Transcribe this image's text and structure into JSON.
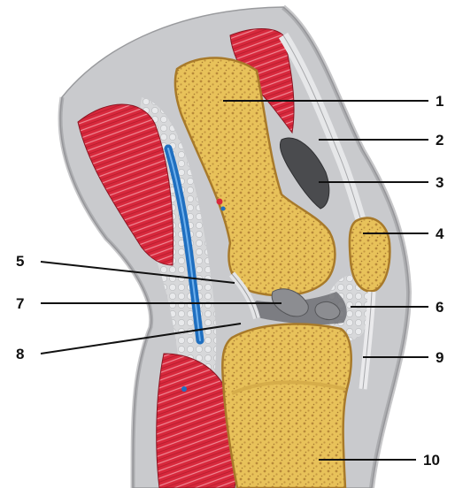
{
  "figure": {
    "structure_icon": "knee-joint-sagittal-section",
    "colors": {
      "bone": "#e8c25a",
      "bone_pore": "#b8893a",
      "muscle": "#d8283c",
      "tissue": "#c9cacd",
      "artery": "#1f6fc0",
      "leader_line": "#111111"
    },
    "callouts": [
      {
        "label": "1"
      },
      {
        "label": "2"
      },
      {
        "label": "3"
      },
      {
        "label": "4"
      },
      {
        "label": "5"
      },
      {
        "label": "6"
      },
      {
        "label": "7"
      },
      {
        "label": "8"
      },
      {
        "label": "9"
      },
      {
        "label": "10"
      }
    ]
  }
}
